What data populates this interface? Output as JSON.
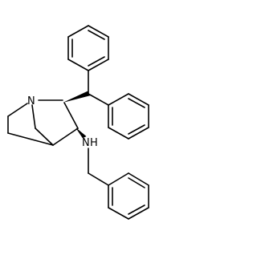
{
  "atoms": {
    "ring_nitrogen": "N",
    "amine_nitrogen": "N",
    "amine_hydrogen": "H"
  },
  "colors": {
    "bond": "#000000",
    "background": "#ffffff"
  }
}
